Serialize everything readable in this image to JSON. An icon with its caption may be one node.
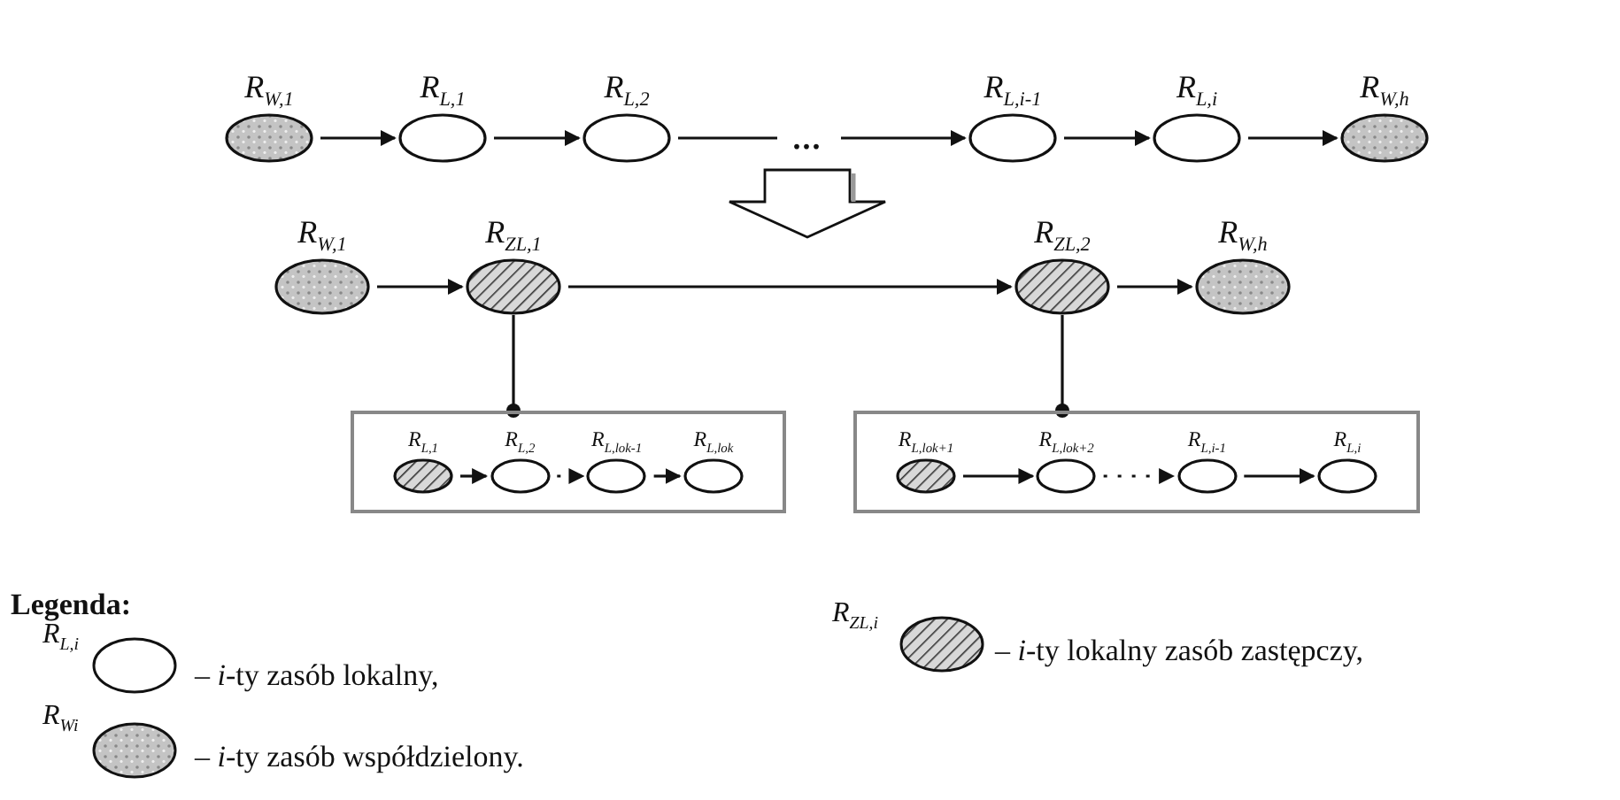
{
  "diagram": {
    "nodes": [
      {
        "text": [
          "R$_{W,1}$"
        ]
      },
      {
        "text": [
          "R$_{L,1}$"
        ]
      },
      {
        "text": [
          "R$_{L,2}$"
        ]
      },
      {
        "text": [
          "..."
        ]
      },
      {
        "text": [
          "R$_{L,i-1}$"
        ]
      },
      {
        "text": [
          "R$_{L,i}$"
        ]
      },
      {
        "text": [
          "R$_{W,h}$"
        ]
      },
      {
        "text": [
          "R$_{W,1}$"
        ]
      },
      {
        "text": [
          "R$_{ZL,1}$"
        ]
      },
      {
        "text": [
          "R$_{ZL,2}$"
        ]
      },
      {
        "text": [
          "R$_{W,h}$"
        ]
      },
      {
        "text": [],
        "shape": "box"
      },
      {
        "text": [
          "R$_{L,1}$"
        ],
        "in": 11
      },
      {
        "text": [
          "R$_{L,2}$"
        ],
        "in": 11
      },
      {
        "text": [
          "R$_{L,lok-1}$"
        ],
        "in": 11
      },
      {
        "text": [
          "R$_{L,lok}$"
        ],
        "in": 11
      },
      {
        "text": [],
        "shape": "box"
      },
      {
        "text": [
          "R$_{L,lok+1}$"
        ],
        "in": 16
      },
      {
        "text": [
          "R$_{L,lok+2}$"
        ],
        "in": 16
      },
      {
        "text": [
          "R$_{L,i-1}$"
        ],
        "in": 16
      },
      {
        "text": [
          "R$_{L,i}$"
        ],
        "in": 16
      }
    ],
    "edges": [
      {
        "from": 0,
        "to": 1,
        "arrow": "to"
      },
      {
        "from": 1,
        "to": 2,
        "arrow": "to"
      },
      {
        "from": 2,
        "to": 3,
        "arrow": "none"
      },
      {
        "from": 3,
        "to": 4,
        "arrow": "to"
      },
      {
        "from": 4,
        "to": 5,
        "arrow": "to"
      },
      {
        "from": 5,
        "to": 6,
        "arrow": "to"
      },
      {
        "from": 7,
        "to": 8,
        "arrow": "to"
      },
      {
        "from": 8,
        "to": 9,
        "arrow": "to"
      },
      {
        "from": 9,
        "to": 10,
        "arrow": "to"
      },
      {
        "from": 8,
        "to": 11,
        "arrow": "other"
      },
      {
        "from": 9,
        "to": 16,
        "arrow": "other"
      },
      {
        "from": 12,
        "to": 13,
        "arrow": "to"
      },
      {
        "from": 13,
        "to": 14,
        "arrow": "to",
        "style": "dashed"
      },
      {
        "from": 14,
        "to": 15,
        "arrow": "to"
      },
      {
        "from": 17,
        "to": 18,
        "arrow": "to"
      },
      {
        "from": 18,
        "to": 19,
        "arrow": "to",
        "style": "dashed"
      },
      {
        "from": 19,
        "to": 20,
        "arrow": "to"
      }
    ],
    "labels": [
      "Legenda:",
      "R$_{L,i}$",
      "R$_{ZL,i}$",
      "R$_{Wi}$"
    ],
    "legend": [
      {
        "text": "– *i*-ty zasób lokalny,"
      },
      {
        "text": "– *i*-ty lokalny zasób zastępczy,"
      },
      {
        "text": "– *i*-ty zasób współdzielony."
      }
    ]
  }
}
